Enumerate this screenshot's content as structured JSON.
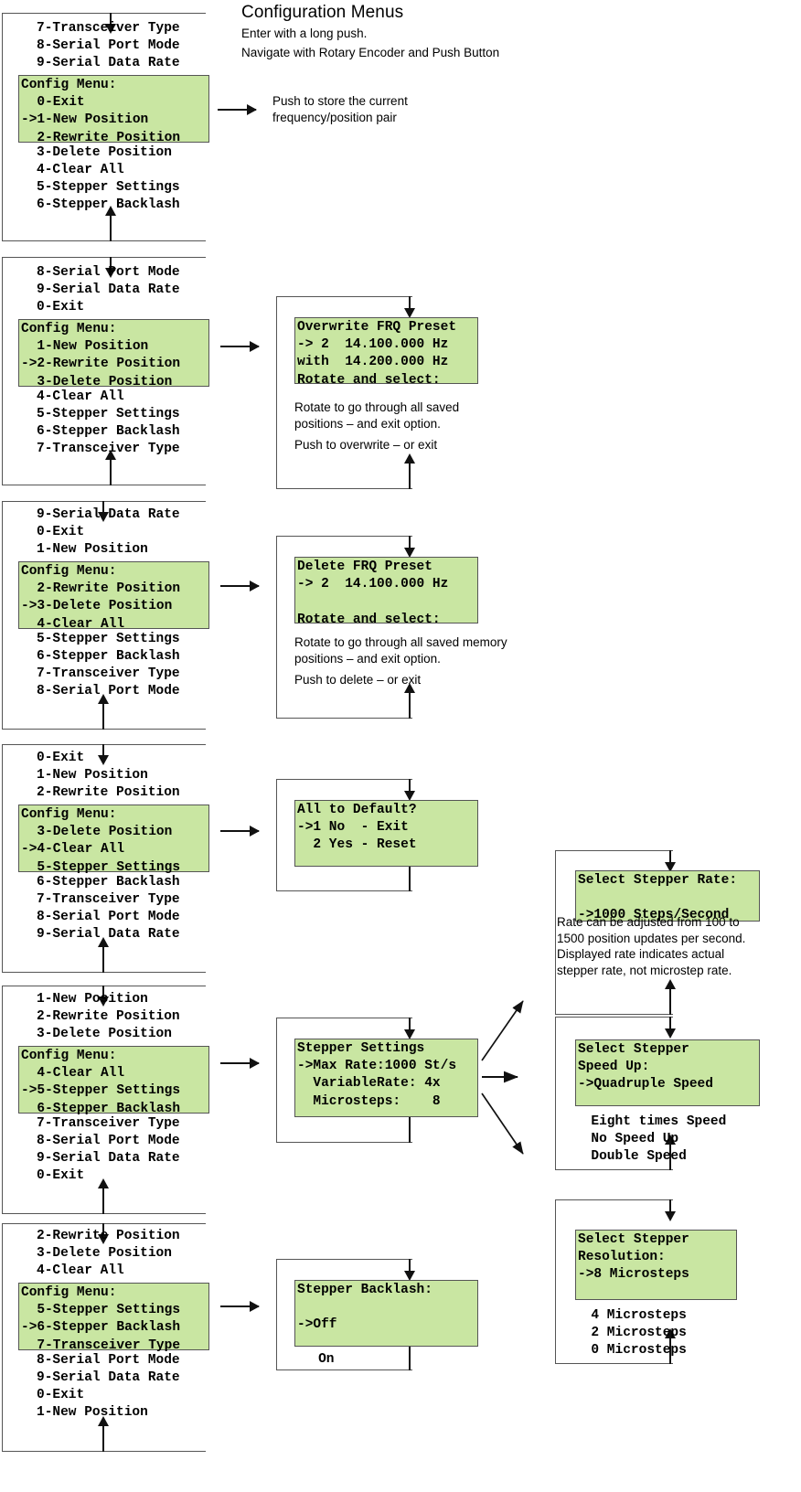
{
  "header": {
    "title": "Configuration Menus",
    "line1": "Enter with a long push.",
    "line2": "Navigate with Rotary Encoder and Push Button"
  },
  "menu_items": {
    "exit": "0-Exit",
    "new_position": "1-New Position",
    "rewrite_position": "2-Rewrite Position",
    "delete_position": "3-Delete Position",
    "clear_all": "4-Clear All",
    "stepper_settings": "5-Stepper Settings",
    "stepper_backlash": "6-Stepper Backlash",
    "transceiver_type": "7-Transceiver Type",
    "serial_port_mode": "8-Serial Port Mode",
    "serial_data_rate": "9-Serial Data Rate",
    "config_menu_title": "Config Menu:"
  },
  "blocks": [
    {
      "id": "block-1",
      "above": [
        "7-Transceiver Type",
        "8-Serial Port Mode",
        "9-Serial Data Rate"
      ],
      "lcd": [
        "Config Menu:",
        "  0-Exit",
        "->1-New Position",
        "  2-Rewrite Position"
      ],
      "below": [
        "3-Delete Position",
        "4-Clear All",
        "5-Stepper Settings",
        "6-Stepper Backlash"
      ],
      "note": [
        "Push to store the current",
        "frequency/position pair"
      ]
    },
    {
      "id": "block-2",
      "above": [
        "8-Serial Port Mode",
        "9-Serial Data Rate",
        "0-Exit"
      ],
      "lcd": [
        "Config Menu:",
        "  1-New Position",
        "->2-Rewrite Position",
        "  3-Delete Position"
      ],
      "below": [
        "4-Clear All",
        "5-Stepper Settings",
        "6-Stepper Backlash",
        "7-Transceiver Type"
      ],
      "detail_lcd": [
        "Overwrite FRQ Preset",
        "-> 2  14.100.000 Hz",
        "with  14.200.000 Hz",
        "Rotate and select:"
      ],
      "detail_note": [
        "Rotate to go through all saved",
        "positions – and exit option.",
        "Push to overwrite – or exit"
      ]
    },
    {
      "id": "block-3",
      "above": [
        "9-Serial Data Rate",
        "0-Exit",
        "1-New Position"
      ],
      "lcd": [
        "Config Menu:",
        "  2-Rewrite Position",
        "->3-Delete Position",
        "  4-Clear All"
      ],
      "below": [
        "5-Stepper Settings",
        "6-Stepper Backlash",
        "7-Transceiver Type",
        "8-Serial Port Mode"
      ],
      "detail_lcd": [
        "Delete FRQ Preset",
        "-> 2  14.100.000 Hz",
        "",
        "Rotate and select:"
      ],
      "detail_note": [
        "Rotate to go through all saved memory",
        "positions – and exit option.",
        "Push to delete – or exit"
      ]
    },
    {
      "id": "block-4",
      "above": [
        "0-Exit",
        "1-New Position",
        "2-Rewrite Position"
      ],
      "lcd": [
        "Config Menu:",
        "  3-Delete Position",
        "->4-Clear All",
        "  5-Stepper Settings"
      ],
      "below": [
        "6-Stepper Backlash",
        "7-Transceiver Type",
        "8-Serial Port Mode",
        "9-Serial Data Rate"
      ],
      "detail_lcd": [
        "All to Default?",
        "->1 No  - Exit",
        "  2 Yes - Reset",
        ""
      ]
    },
    {
      "id": "block-5",
      "above": [
        "1-New Position",
        "2-Rewrite Position",
        "3-Delete Position"
      ],
      "lcd": [
        "Config Menu:",
        "  4-Clear All",
        "->5-Stepper Settings",
        "  6-Stepper Backlash"
      ],
      "below": [
        "7-Transceiver Type",
        "8-Serial Port Mode",
        "9-Serial Data Rate",
        "0-Exit"
      ],
      "detail_lcd": [
        "Stepper Settings",
        "->Max Rate:1000 St/s",
        "  VariableRate: 4x",
        "  Microsteps:    8"
      ]
    },
    {
      "id": "block-6",
      "above": [
        "2-Rewrite Position",
        "3-Delete Position",
        "4-Clear All"
      ],
      "lcd": [
        "Config Menu:",
        "  5-Stepper Settings",
        "->6-Stepper Backlash",
        "  7-Transceiver Type"
      ],
      "below": [
        "8-Serial Port Mode",
        "9-Serial Data Rate",
        "0-Exit",
        "1-New Position"
      ],
      "detail_lcd": [
        "Stepper Backlash:",
        "",
        "->Off",
        ""
      ],
      "detail_below": [
        "   On"
      ]
    }
  ],
  "right_column": [
    {
      "id": "stepper-rate",
      "lcd": [
        "Select Stepper Rate:",
        "",
        "->1000 Steps/Second"
      ],
      "note": [
        "Rate can be adjusted from 100 to",
        "1500 position updates per second.",
        "Displayed rate indicates actual",
        "stepper rate, not microstep rate."
      ]
    },
    {
      "id": "stepper-speed-up",
      "lcd": [
        "Select Stepper",
        "Speed Up:",
        "->Quadruple Speed",
        ""
      ],
      "below": [
        "  Eight times Speed",
        "  No Speed Up",
        "  Double Speed"
      ]
    },
    {
      "id": "stepper-resolution",
      "lcd": [
        "Select Stepper",
        "Resolution:",
        "->8 Microsteps",
        ""
      ],
      "below": [
        "  4 Microsteps",
        "  2 Microsteps",
        "  0 Microsteps"
      ]
    }
  ],
  "colors": {
    "lcd_background": "#c9e6a2",
    "lcd_border": "#555555",
    "text": "#000000"
  }
}
